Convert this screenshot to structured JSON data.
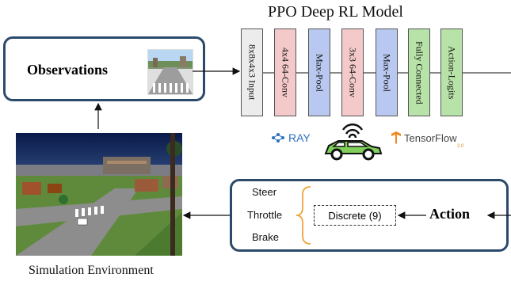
{
  "diagram": {
    "title": "PPO Deep RL Model",
    "observations": {
      "label": "Observations"
    },
    "layers": [
      {
        "label": "8x8x4x3 Input",
        "color": "#ececec"
      },
      {
        "label": "4x4 64-Conv",
        "color": "#f4c9c9"
      },
      {
        "label": "Max-Pool",
        "color": "#b9c8f0"
      },
      {
        "label": "3x3 64-Conv",
        "color": "#f4c9c9"
      },
      {
        "label": "Max-Pool",
        "color": "#b9c8f0"
      },
      {
        "label": "Fully Connected",
        "color": "#b8e3a8"
      },
      {
        "label": "Action-Logits",
        "color": "#b8e3a8"
      }
    ],
    "logos": {
      "ray": "RAY",
      "tensorflow": "TensorFlow",
      "tensorflow_version": "2.0"
    },
    "action": {
      "label": "Action",
      "controls": [
        "Steer",
        "Throttle",
        "Brake"
      ],
      "discrete": "Discrete (9)"
    },
    "simulation": {
      "label": "Simulation Environment"
    },
    "colors": {
      "box_border": "#2b4a6b",
      "bracket": "#f0a43a",
      "car": "#7fcf5a",
      "ray_blue": "#2c6fbf",
      "tf_orange": "#f08a1e"
    },
    "icons": [
      "ray-logo-icon",
      "wireless-car-icon",
      "tensorflow-logo-icon"
    ]
  }
}
